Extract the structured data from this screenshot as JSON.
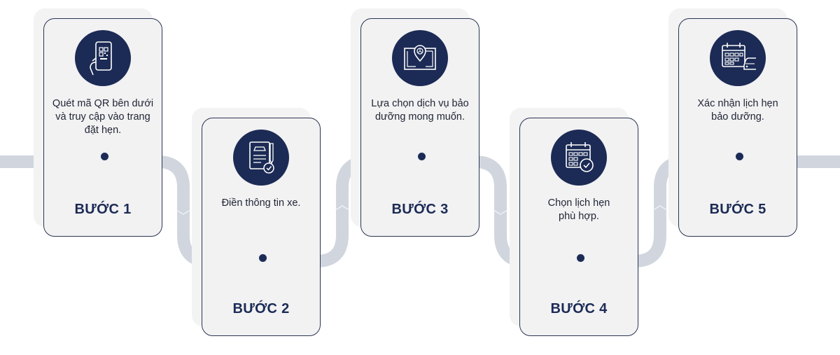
{
  "steps": [
    {
      "step_label": "BƯỚC 1",
      "description": "Quét mã QR bên dưới và truy cập vào trang đặt hẹn.",
      "icon": "qr-phone-icon"
    },
    {
      "step_label": "BƯỚC 2",
      "description": "Điền thông tin xe.",
      "icon": "form-document-icon"
    },
    {
      "step_label": "BƯỚC 3",
      "description": "Lựa chọn dịch vụ bảo dưỡng mong muốn.",
      "icon": "map-location-icon"
    },
    {
      "step_label": "BƯỚC 4",
      "description": "Chọn lịch hẹn phù hợp.",
      "icon": "calendar-check-icon"
    },
    {
      "step_label": "BƯỚC 5",
      "description": "Xác nhận lịch hẹn bảo dưỡng.",
      "icon": "calendar-car-icon"
    }
  ],
  "colors": {
    "navy": "#1c2b55",
    "track": "#d1d6de",
    "card": "#f2f2f3"
  }
}
